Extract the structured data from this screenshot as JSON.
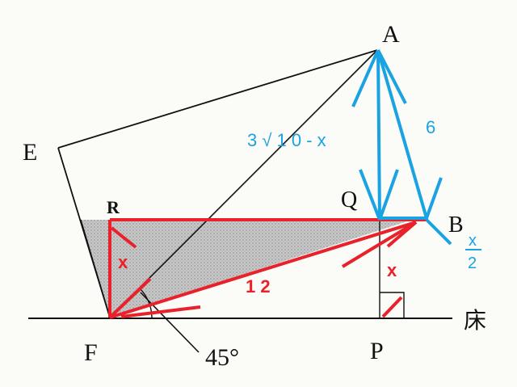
{
  "diagram": {
    "points": {
      "A": "A",
      "B": "B",
      "E": "E",
      "F": "F",
      "P": "P",
      "Q": "Q",
      "R": "R"
    },
    "floor_label": "床",
    "angle_label": "45°",
    "annotations": {
      "red_x_left": "x",
      "red_x_right": "x",
      "red_twelve": "1 2",
      "blue_six": "6",
      "blue_expression": "3 √ 1 0 - x",
      "blue_frac_num": "x",
      "blue_frac_den": "2"
    },
    "colors": {
      "ink": "#111111",
      "red": "#e8212b",
      "blue": "#1aa3e2",
      "shade": "#bdbdbd"
    }
  }
}
